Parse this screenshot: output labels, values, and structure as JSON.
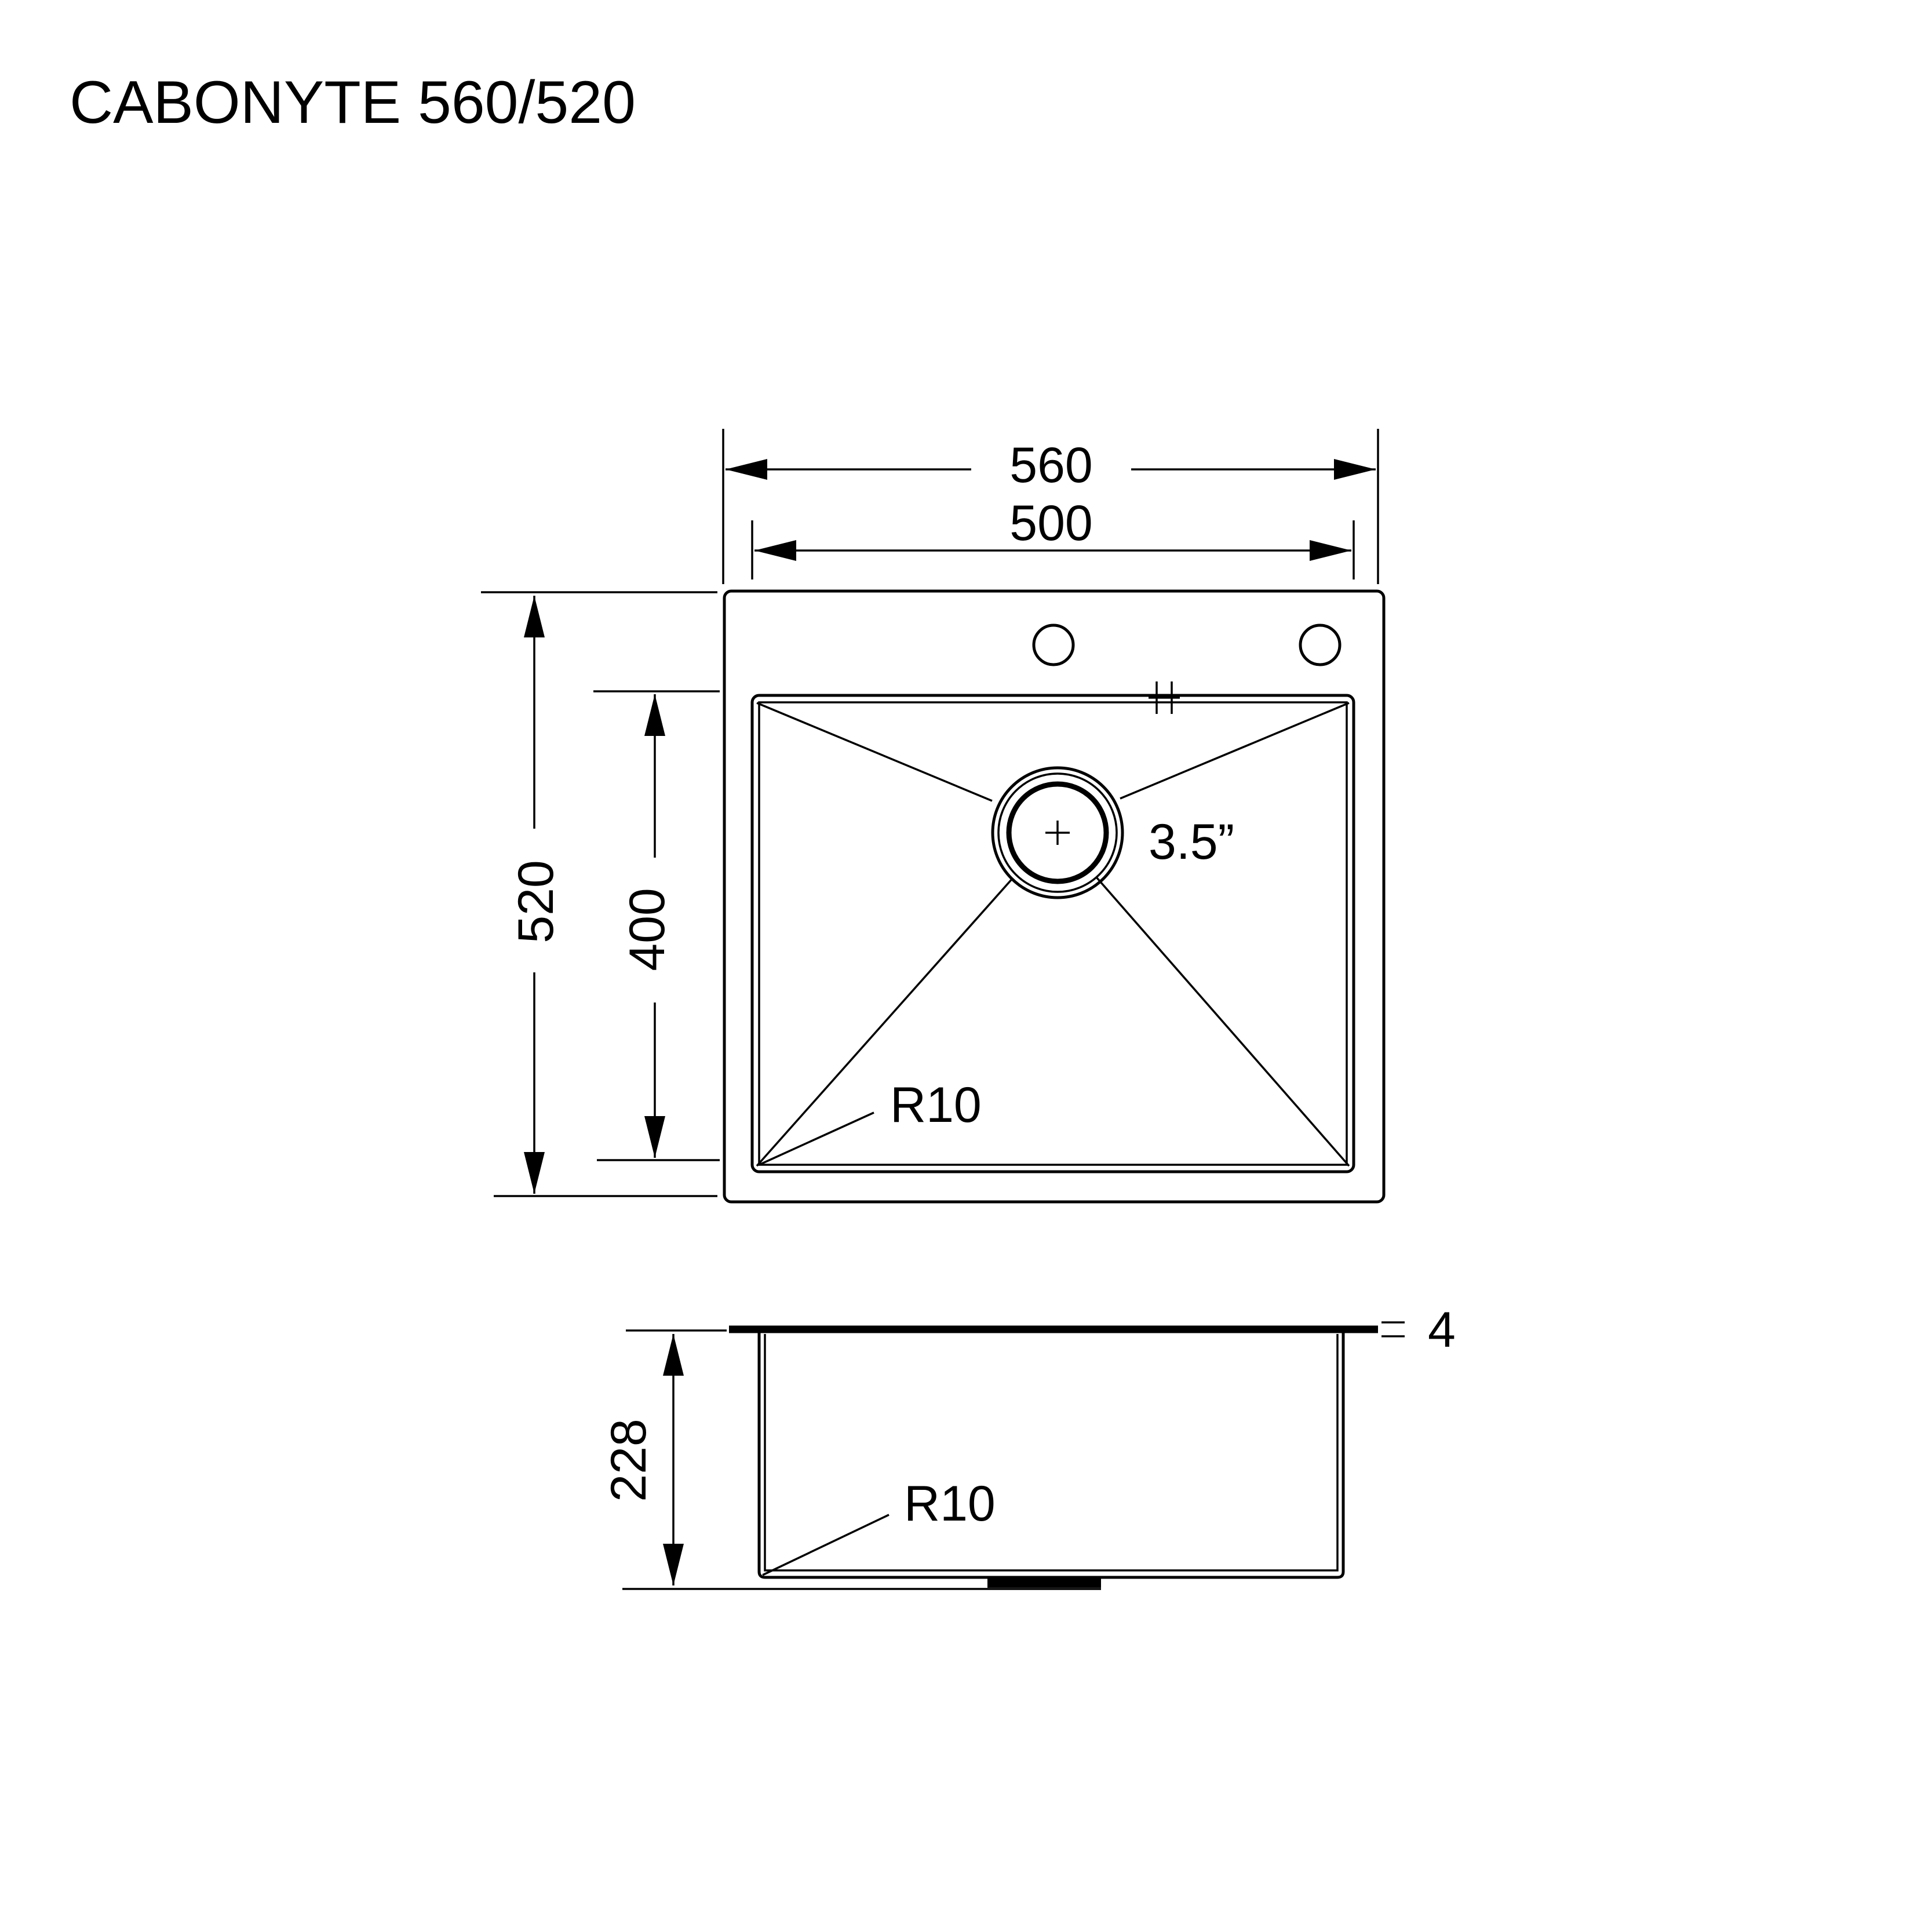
{
  "title": "CABONYTE 560/520",
  "top_view": {
    "overall_width": "560",
    "bowl_width": "500",
    "overall_depth": "520",
    "bowl_depth": "400",
    "drain_size": "3.5”",
    "corner_radius": "R10"
  },
  "side_view": {
    "bowl_height": "228",
    "corner_radius": "R10",
    "deck_thickness": "4"
  },
  "colors": {
    "line": "#000000",
    "background": "#ffffff"
  }
}
